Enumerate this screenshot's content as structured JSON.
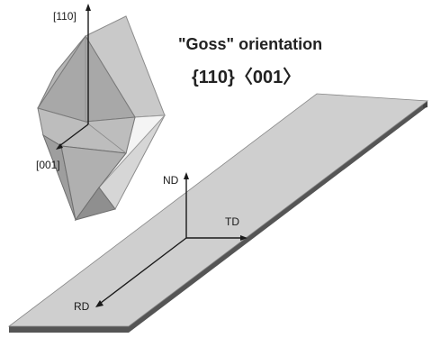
{
  "title": {
    "orientation_name": "\"Goss\" orientation",
    "miller_indices": "{110}〈001〉"
  },
  "crystal": {
    "axis_up_label": "[110]",
    "axis_down_label": "[001]"
  },
  "sheet": {
    "nd_label": "ND",
    "td_label": "TD",
    "rd_label": "RD"
  },
  "colors": {
    "sheet_top": "#cfcfcf",
    "sheet_edge": "#555555",
    "crystal_dark": "#9a9a9a",
    "crystal_mid": "#bdbdbd",
    "crystal_light": "#d9d9d9",
    "crystal_white": "#f4f4f4"
  }
}
